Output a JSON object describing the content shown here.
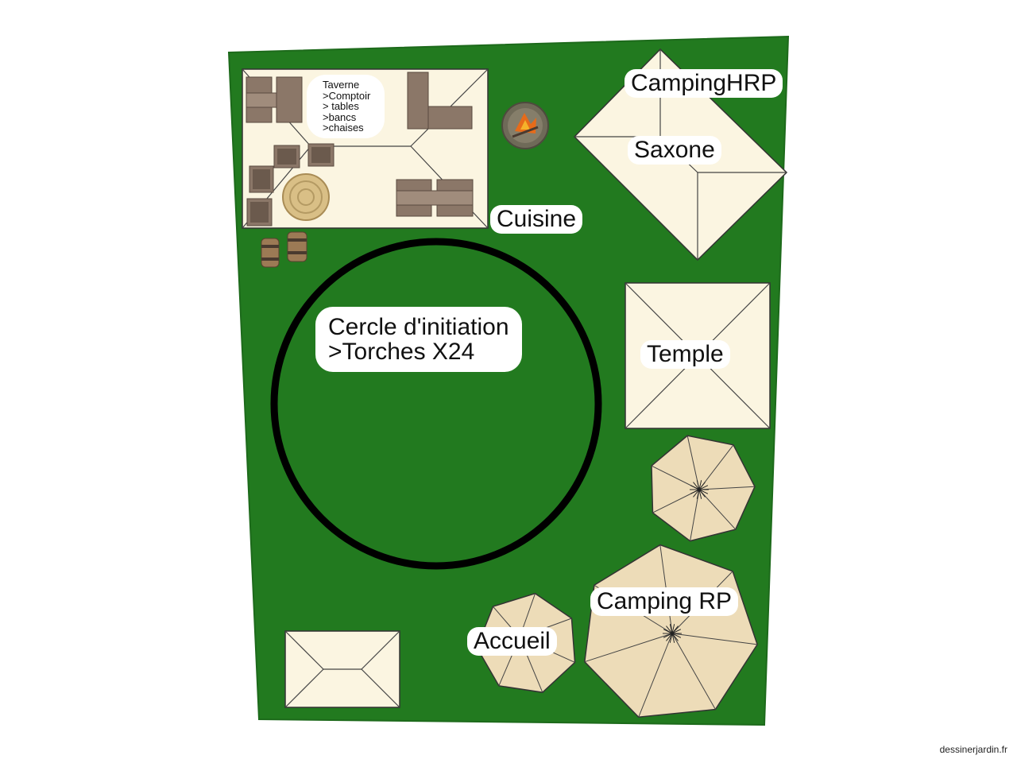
{
  "colors": {
    "ground": "#227a1f",
    "ground_edge": "#1d6a1b",
    "tent_canvas": "#fbf5e1",
    "round_tent": "#eddcb8",
    "wood": "#8b7768",
    "wood_dark": "#5a4a3f",
    "circle": "#000000"
  },
  "labels": {
    "taverne": "Taverne\n>Comptoir\n> tables\n>bancs\n>chaises",
    "cuisine": "Cuisine",
    "camping_hrp": "CampingHRP",
    "saxone": "Saxone",
    "cercle": "Cercle d'initiation\n>Torches X24",
    "temple": "Temple",
    "camping_rp": "Camping RP",
    "accueil": "Accueil"
  },
  "icons": {
    "campfire": "campfire-icon",
    "barrel": "barrel-icon",
    "round_table": "round-table-icon"
  },
  "watermark": "dessinerjardin.fr"
}
